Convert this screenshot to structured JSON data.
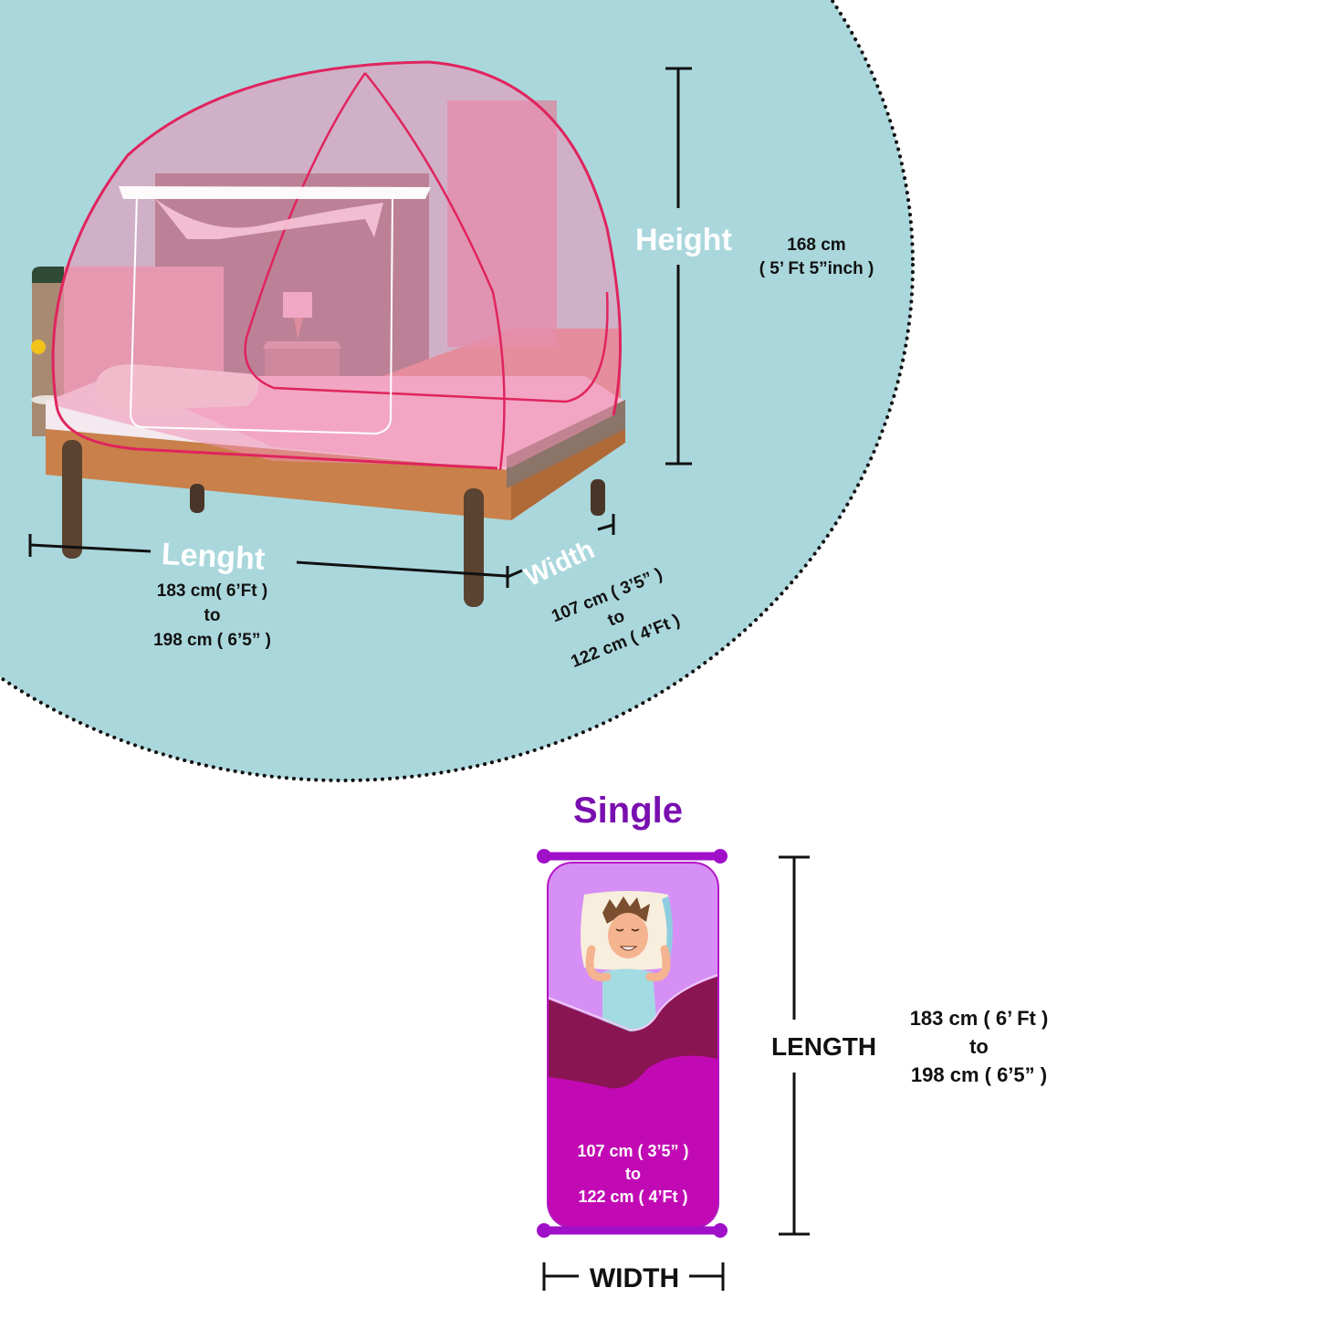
{
  "colors": {
    "circle_bg": "#aad7dc",
    "circle_border": "#111111",
    "tent_pink": "#e98fb0",
    "tent_frame": "#e0245e",
    "bed_wood": "#c9804a",
    "bed_leg": "#5b4331",
    "title_purple": "#7a0fb0",
    "bed_card_fill": "#d58ff5",
    "bed_card_border": "#b516c4",
    "blanket_dark": "#8a1553",
    "blanket_magenta": "#c20ab4",
    "rail_purple": "#a010c8"
  },
  "product_view": {
    "height": {
      "label": "Height",
      "value_line1": "168 cm",
      "value_line2": "( 5’ Ft 5”inch )"
    },
    "length": {
      "label": "Lenght",
      "value_line1": "183 cm( 6’Ft )",
      "value_line2": "to",
      "value_line3": "198 cm ( 6’5” )"
    },
    "width": {
      "label": "Width",
      "value_line1": "107 cm ( 3’5” )",
      "value_line2": "to",
      "value_line3": "122 cm ( 4’Ft )"
    }
  },
  "size_diagram": {
    "title": "Single",
    "width_inner": {
      "line1": "107 cm ( 3’5” )",
      "line2": "to",
      "line3": "122 cm ( 4’Ft )"
    },
    "width_label": "WIDTH",
    "length_label": "LENGTH",
    "length_value": {
      "line1": "183 cm ( 6’ Ft )",
      "line2": "to",
      "line3": "198 cm ( 6’5” )"
    }
  }
}
